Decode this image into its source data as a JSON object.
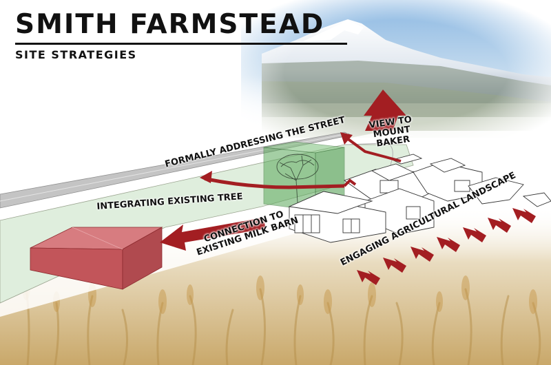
{
  "title": {
    "main": "SMITH FARMSTEAD",
    "sub": "SITE STRATEGIES"
  },
  "labels": {
    "street": "FORMALLY ADDRESSING THE STREET",
    "view_line1": "VIEW TO",
    "view_line2": "MOUNT",
    "view_line3": "BAKER",
    "tree": "INTEGRATING EXISTING TREE",
    "barn_line1": "CONNECTION TO",
    "barn_line2": "EXISTING MILK BARN",
    "landscape": "ENGAGING AGRICULTURAL LANDSCAPE"
  },
  "colors": {
    "arrow_red": "#a31e22",
    "barn_red": "#c2555a",
    "tree_box_green": "#5aa85a",
    "lawn_green": "#dfeedd",
    "road_gray": "#c4c4c4",
    "sky_blue": "#9cc3e6",
    "wheat_gold": "#d4b77c"
  }
}
